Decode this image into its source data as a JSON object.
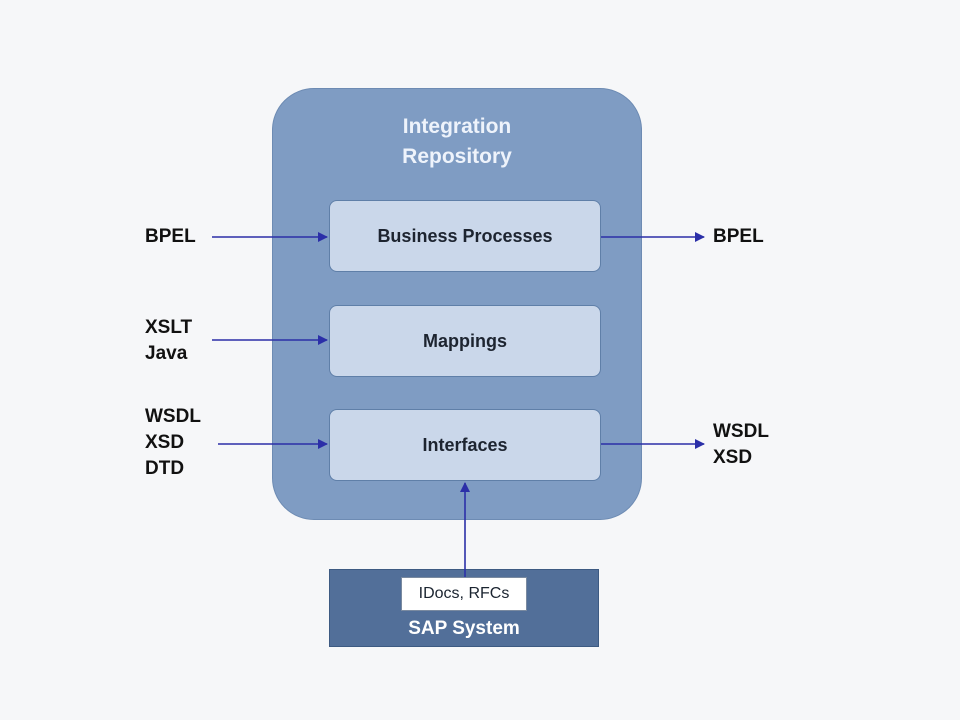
{
  "repository": {
    "title_line1": "Integration",
    "title_line2": "Repository"
  },
  "components": {
    "business_processes": "Business Processes",
    "mappings": "Mappings",
    "interfaces": "Interfaces"
  },
  "inputs": {
    "business_processes": [
      "BPEL"
    ],
    "mappings": [
      "XSLT",
      "Java"
    ],
    "interfaces": [
      "WSDL",
      "XSD",
      "DTD"
    ]
  },
  "outputs": {
    "business_processes": [
      "BPEL"
    ],
    "interfaces": [
      "WSDL",
      "XSD"
    ]
  },
  "sap_system": {
    "inner_label": "IDocs, RFCs",
    "label": "SAP System"
  },
  "colors": {
    "arrow": "#2b2fa8",
    "repository": "#7f9cc3",
    "component": "#cad7ea",
    "sap_system": "#526f99"
  }
}
